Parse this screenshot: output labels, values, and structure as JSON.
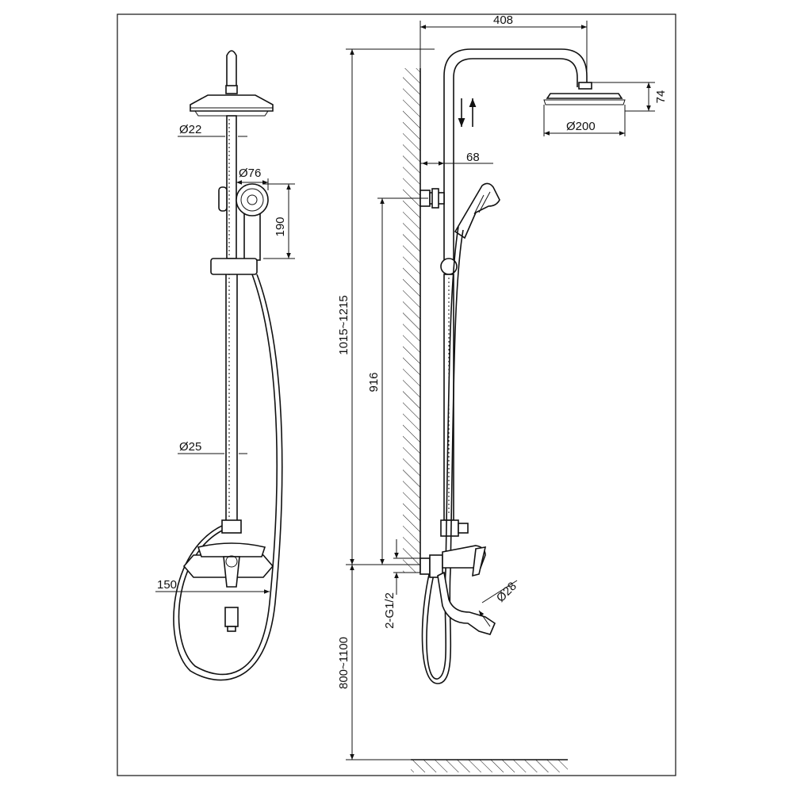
{
  "dimensions": {
    "shower_arm_reach": "408",
    "head_height": "74",
    "head_diameter": "Ø200",
    "wall_offset": "68",
    "pipe_top_diameter": "Ø22",
    "hand_shower_diameter": "Ø76",
    "hand_shower_length": "190",
    "pipe_bottom_diameter": "Ø25",
    "mixer_centers": "150",
    "column_height": "1015~1215",
    "slide_height": "916",
    "connection_thread": "2-G1/2",
    "spout_diameter": "Ø28",
    "mount_height": "800~1100"
  }
}
